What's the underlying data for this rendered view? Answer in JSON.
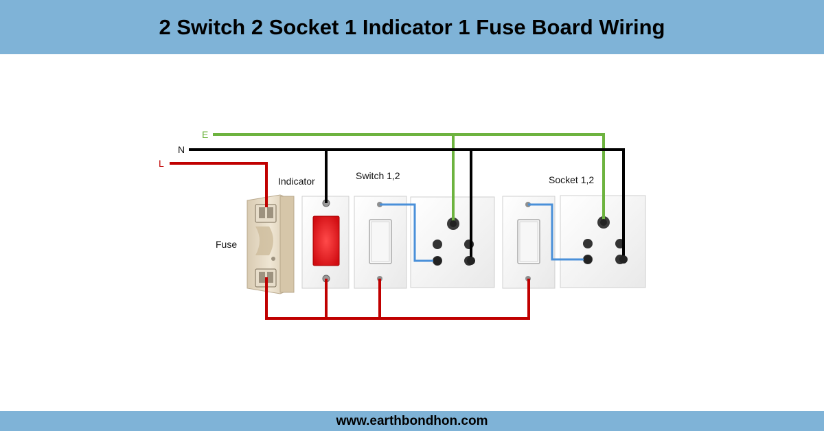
{
  "header": {
    "title": "2 Switch 2 Socket 1 Indicator 1 Fuse Board Wiring"
  },
  "footer": {
    "website": "www.earthbondhon.com"
  },
  "diagram": {
    "wire_labels": {
      "earth": "E",
      "neutral": "N",
      "live": "L"
    },
    "component_labels": {
      "fuse": "Fuse",
      "indicator": "Indicator",
      "switches": "Switch 1,2",
      "sockets": "Socket 1,2"
    },
    "colors": {
      "earth": "#6db33f",
      "neutral": "#000000",
      "live": "#c00000",
      "switch_link": "#4a90d9",
      "indicator_lamp": "#e8141a",
      "header_bar": "#7fb3d7"
    }
  }
}
